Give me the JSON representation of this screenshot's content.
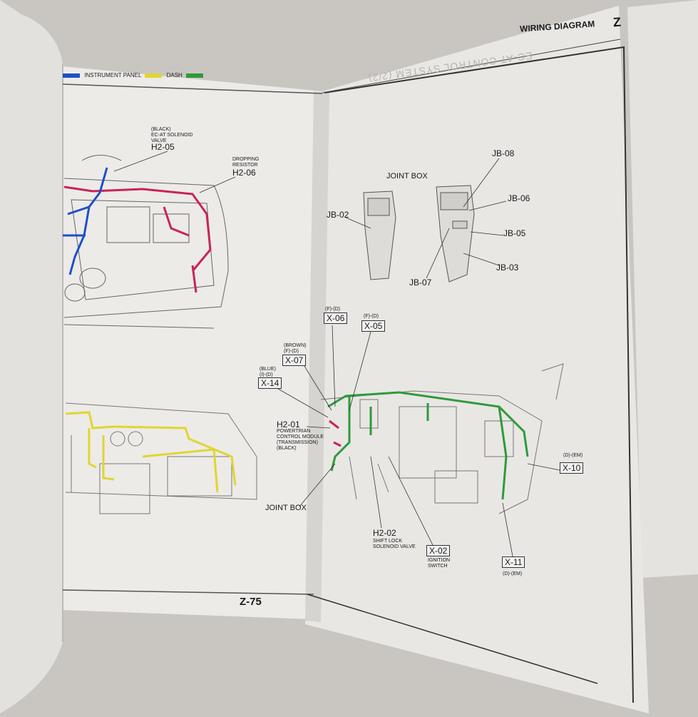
{
  "header": {
    "section_title": "WIRING DIAGRAM",
    "section_letter": "Z",
    "faint_title": "EC-AT CONTROL SYSTEM (2/2)"
  },
  "legend": {
    "items": [
      {
        "label": "INSTRUMENT PANEL",
        "color": "#1f4fc9"
      },
      {
        "label": "DASH",
        "color": "#e1d531"
      }
    ],
    "dash_color": "#2f9a3a"
  },
  "colors": {
    "engine_harness": "#c8235a",
    "blue_harness": "#1f4fc9",
    "instrument_harness": "#e1d531",
    "dash_harness": "#2f9a3a"
  },
  "left_page": {
    "h2_05": {
      "note": "(BLACK)\nEC-AT SOLENOID\nVALVE",
      "code": "H2-05"
    },
    "h2_06": {
      "note": "DROPPING\nRESISTOR",
      "code": "H2-06"
    },
    "page_number": "Z-75"
  },
  "right_page": {
    "joint_box_title": "JOINT BOX",
    "jb_labels": {
      "jb02": "JB-02",
      "jb08": "JB-08",
      "jb06": "JB-06",
      "jb05": "JB-05",
      "jb03": "JB-03",
      "jb07": "JB-07"
    },
    "x06": {
      "note": "(F)-(D)",
      "code": "X-06"
    },
    "x05": {
      "note": "(F)-(D)",
      "code": "X-05"
    },
    "x07": {
      "note": "(BROWN)\n(F)-(D)",
      "code": "X-07"
    },
    "x14": {
      "note": "(BLUE)\n(I)-(D)",
      "code": "X-14"
    },
    "h2_01": {
      "code": "H2-01",
      "note": "POWERTRIAN\nCONTROL MODULE\n(TRANSMISSION)\n(BLACK)"
    },
    "joint_box_bottom": "JOINT BOX",
    "h2_02": {
      "code": "H2-02",
      "note": "SHIFT LOCK\nSOLENOID VALVE"
    },
    "x02": {
      "code": "X-02",
      "note": "IGNITION\nSWITCH"
    },
    "x10": {
      "note": "(D)-(EM)",
      "code": "X-10"
    },
    "x11": {
      "code": "X-11",
      "note": "(D)-(EM)"
    }
  }
}
